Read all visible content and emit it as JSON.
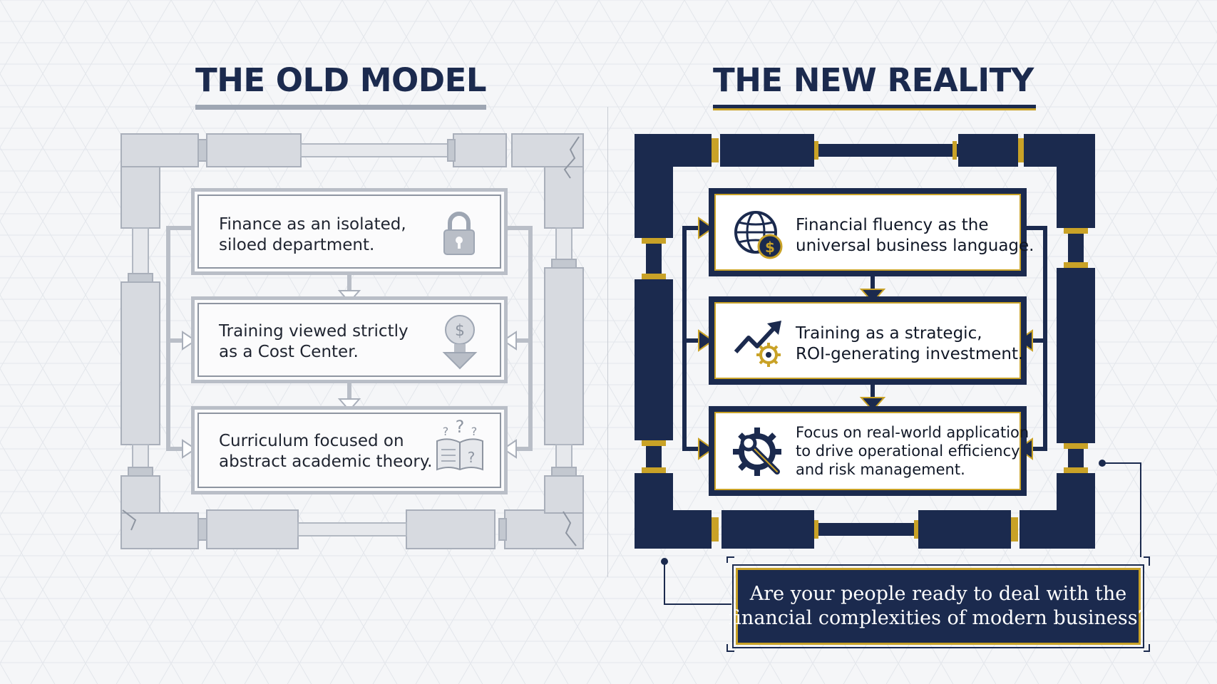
{
  "old_model": {
    "title": "THE OLD MODEL",
    "items": [
      {
        "text": "Finance as an isolated,\nsiloed department.",
        "icon": "lock-icon"
      },
      {
        "text": "Training viewed strictly\nas a Cost Center.",
        "icon": "dollar-down-arrow-icon"
      },
      {
        "text": "Curriculum focused on\nabstract academic theory.",
        "icon": "book-question-icon"
      }
    ]
  },
  "new_reality": {
    "title": "THE NEW REALITY",
    "items": [
      {
        "text": "Financial fluency as the\nuniversal business language.",
        "icon": "globe-dollar-icon"
      },
      {
        "text": "Training as a strategic,\nROI-generating investment.",
        "icon": "trend-up-gear-icon"
      },
      {
        "text": "Focus on real-world application\nto drive operational efficiency\nand risk management.",
        "icon": "gear-wrench-icon"
      }
    ]
  },
  "question": "Are your people ready to deal with the\nfinancial complexities of modern business?",
  "colors": {
    "navy": "#1b2a4e",
    "gold": "#c9a227",
    "old_gray": "#b9bec7",
    "background": "#f5f6f8"
  }
}
